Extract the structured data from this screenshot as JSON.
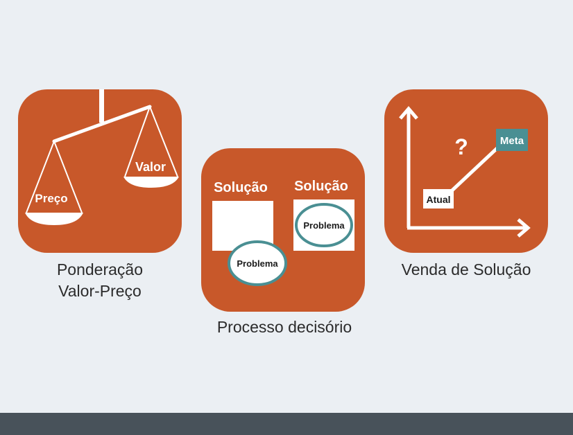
{
  "colors": {
    "background": "#ebeff3",
    "tile": "#c8582a",
    "teal": "#4a8f93",
    "footer": "#48525a",
    "caption": "#2b2b2b"
  },
  "panels": {
    "scale": {
      "icon": "balance-scale-icon",
      "left_pan_label": "Preço",
      "right_pan_label": "Valor",
      "caption_line1": "Ponderação",
      "caption_line2": "Valor-Preço"
    },
    "decision": {
      "left_header": "Solução",
      "right_header": "Solução",
      "left_problem": "Problema",
      "right_problem": "Problema",
      "caption": "Processo decisório"
    },
    "solution_sale": {
      "icon": "growth-chart-icon",
      "question_mark": "?",
      "start_label": "Atual",
      "goal_label": "Meta",
      "caption": "Venda de Solução"
    }
  }
}
